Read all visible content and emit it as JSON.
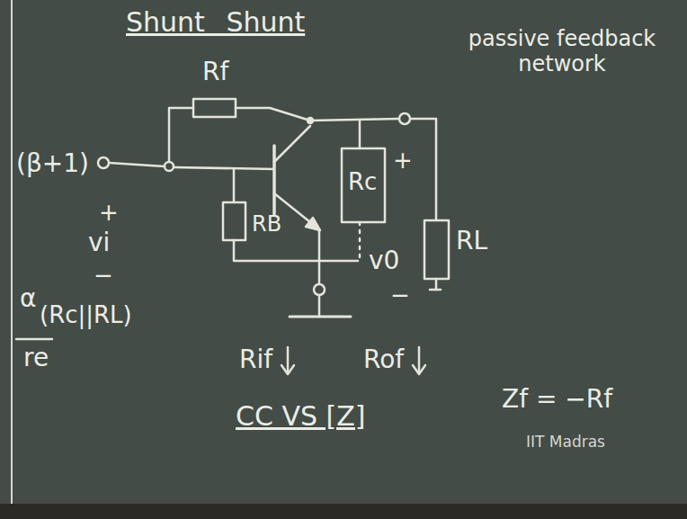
{
  "diagram": {
    "title": "Shunt Shunt",
    "labels": [
      "passive feedback network",
      "Rf",
      "(β+1)",
      "+",
      "vi",
      "−",
      "RB",
      "Rc",
      "+",
      "v0",
      "−",
      "RL",
      "α",
      "(Rc||RL)",
      "re",
      "Rif",
      "Rof",
      "Zf = −Rf",
      "CC VS [Z]",
      "IIT Madras"
    ]
  }
}
